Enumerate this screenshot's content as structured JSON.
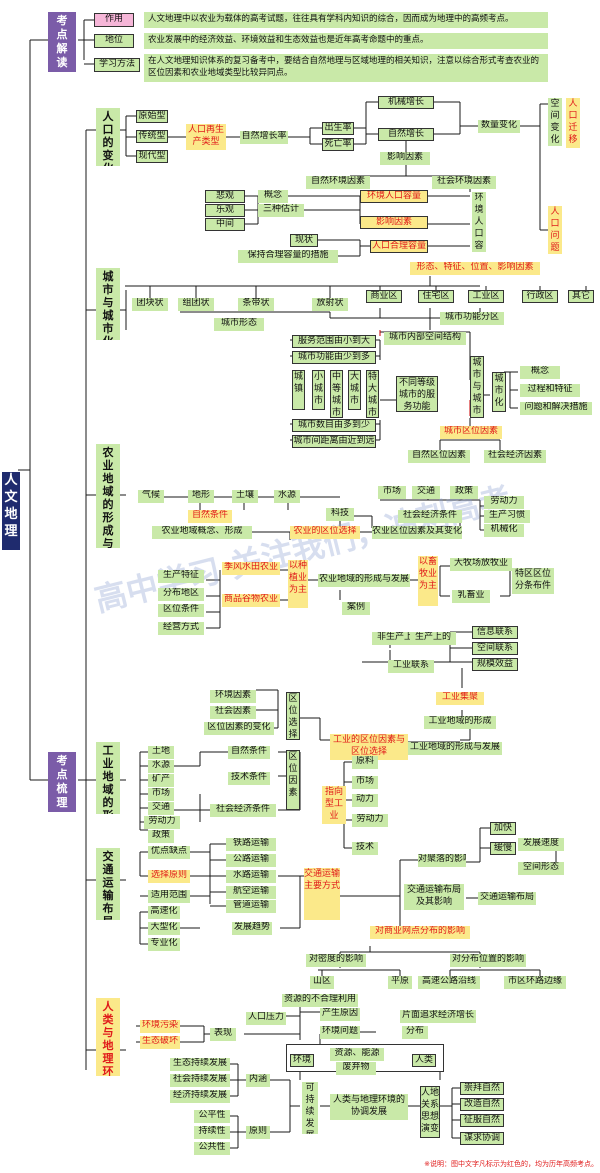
{
  "root": "人文地理",
  "section_analysis": "考点解读",
  "section_review": "考点梳理",
  "intro": [
    {
      "label": "作用",
      "text": "人文地理中以农业为载体的高考试题，往往具有学科内知识的综合，因而成为地理中的高频考点。"
    },
    {
      "label": "地位",
      "text": "农业发展中的经济效益、环境效益和生态效益也是近年高考命题中的重点。"
    },
    {
      "label": "学习方法",
      "text": "在人文地理知识体系的复习备考中，要结合自然地理与区域地理的相关知识，注意以综合形式考查农业的区位因素和农业地域类型比较异同点。"
    }
  ],
  "population": {
    "title": "人口的变化",
    "types": [
      "原始型",
      "传统型",
      "现代型"
    ],
    "reproduction": "人口再生产类型",
    "natural_growth": "自然增长率",
    "birth": "出生率",
    "death": "死亡率",
    "mech_growth": "机械增长",
    "nat_growth2": "自然增长",
    "quantity_change": "数量变化",
    "spatial_change": "空间变化",
    "migration": "人口迁移",
    "problem": "人口问题",
    "factors": "影响因素",
    "natural_env": "自然环境因素",
    "social_env": "社会环境因素",
    "views": [
      "悲观",
      "乐观",
      "中间"
    ],
    "concept": "概念",
    "three_estimates": "三种估计",
    "env_capacity": "环境人口容量",
    "influence": "影响因素",
    "status": "现状",
    "measures": "保持合理容量的措施",
    "reasonable": "人口合理容量",
    "env_pop": "环境人口容量"
  },
  "city": {
    "title": "城市与城市化",
    "form_header": "形态、特征、位置、影响因素",
    "shapes": [
      "团块状",
      "组团状",
      "条带状",
      "放射状"
    ],
    "zones": [
      "商业区",
      "住宅区",
      "工业区",
      "行政区",
      "其它"
    ],
    "morphology": "城市形态",
    "func_zone": "城市功能分区",
    "inner": "城市内部空间结构",
    "service1": "服务范围由小到大",
    "service2": "城市功能由少到多",
    "levels": [
      "城镇",
      "小城市",
      "中等城市",
      "大城市",
      "特大城市"
    ],
    "diff_levels": "不同等级城市的服务功能",
    "city_count": "城市数目由多到少",
    "distance": "城市间距离由近到远",
    "city_and": "城市与城市化",
    "urbanization": "城市化",
    "urb_items": [
      "概念",
      "过程和特征",
      "问题和解决措施"
    ],
    "location": "城市区位因素",
    "nat_loc": "自然区位因素",
    "soc_loc": "社会经济因素"
  },
  "agri": {
    "title": "农业地域的形成与发展",
    "climate": "气候",
    "terrain": "地形",
    "soil": "土壤",
    "water": "水源",
    "nat_cond": "自然条件",
    "tech": "科技",
    "concept": "农业地域概念、形成",
    "loc_choice": "农业的区位选择",
    "loc_change": "农业区位因素及其变化",
    "market": "市场",
    "transport": "交通",
    "policy": "政策",
    "labor": "劳动力",
    "habit": "生产习惯",
    "mechanize": "机械化",
    "soc_cond": "社会经济条件",
    "monsoon": "季风水田农业",
    "commercial": "商品谷物农业",
    "planting": "以种植业为主",
    "formation": "农业地域的形成与发展",
    "livestock": "以畜牧业为主",
    "ranching": "大牧场放牧业",
    "dairy": "乳畜业",
    "location_feat": "特区区位分条布件",
    "features": [
      "生产特征",
      "分布地区",
      "区位条件",
      "经营方式"
    ],
    "cases": "案例"
  },
  "industry": {
    "non_prod": "非生产上",
    "prod": "生产上的",
    "info": "信息联系",
    "space": "空间联系",
    "scale": "规模效益",
    "link": "工业联系",
    "cluster": "工业集聚",
    "region_form": "工业地域的形成",
    "env": "环境因素",
    "social": "社会因素",
    "change": "区位因素的变化",
    "loc_choice_v": "区位选择",
    "loc_factor_v": "区位因素",
    "loc_choice": "工业的区位因素与区位选择",
    "region_dev": "工业地域的形成与发展",
    "title": "工业地域的形成与发展",
    "factors": [
      "土地",
      "水源",
      "矿产",
      "市场",
      "交通",
      "劳动力",
      "政策"
    ],
    "nat": "自然条件",
    "tech": "技术条件",
    "soc": "社会经济条件",
    "oriented": "指向型工业",
    "orient_types": [
      "原料",
      "市场",
      "动力",
      "劳动力",
      "技术"
    ]
  },
  "transport": {
    "title": "交通运输布局及其影响",
    "pros": "优点缺点",
    "principle": "选择原则",
    "scope": "适用范围",
    "modes": [
      "铁路运输",
      "公路运输",
      "水路运输",
      "航空运输",
      "管道运输"
    ],
    "main_modes": "交通运输主要方式",
    "trends": [
      "高速化",
      "大型化",
      "专业化"
    ],
    "trend": "发展趋势",
    "settle": "对聚落的影响",
    "speed_up": "加快",
    "slow": "缓慢",
    "dev_speed": "发展速度",
    "space_form": "空间形态",
    "layout_effect": "交通运输布局及其影响",
    "layout": "交通运输布局",
    "commerce": "对商业网点分布的影响",
    "density": "对密度的影响",
    "position": "对分布位置的影响",
    "mountain": "山区",
    "plain": "平原",
    "highway": "高速公路沿线",
    "ring": "市区环路边缘"
  },
  "human_env": {
    "title": "人类与地理环境的协调发展",
    "pollution": "环境污染",
    "damage": "生态破坏",
    "resources": "资源的不合理利用",
    "pressure": "人口压力",
    "root": "产生原因",
    "pursuit": "片面追求经济增长",
    "show": "表现",
    "env_issue": "环境问题",
    "distrib": "分布",
    "env": "环境",
    "res_energy": "资源、能源",
    "human": "人类",
    "waste": "废弃物",
    "sustain": [
      "生态持续发展",
      "社会持续发展",
      "经济持续发展"
    ],
    "connotation": "内涵",
    "principles": [
      "公平性",
      "持续性",
      "公共性"
    ],
    "principle": "原则",
    "sd": "可持续发展",
    "coord": "人类与地理环境的协调发展",
    "thought": "人地关系思想演变",
    "stages": [
      "崇拜自然",
      "改造自然",
      "征服自然",
      "谋求协调"
    ]
  },
  "watermark": "高中学习 关注我们，冲刺高考",
  "footnote": "※说明：图中文字凡标示为红色的，均为历年高频考点。"
}
